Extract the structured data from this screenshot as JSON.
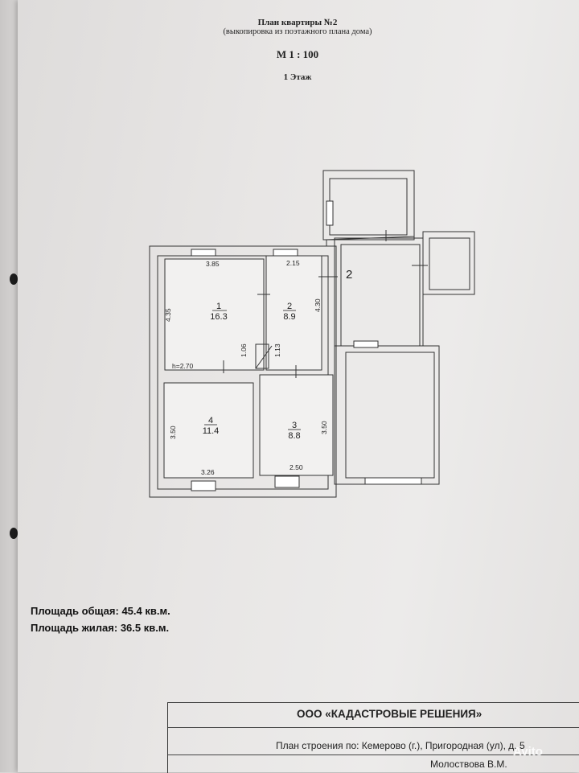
{
  "header": {
    "title": "План квартиры №2",
    "subtitle": "(выкопировка из поэтажного плана дома)",
    "scale": "М 1 : 100",
    "floor": "1 Этаж"
  },
  "plan": {
    "section_label": "2",
    "ceiling_height": "h=2.70",
    "rooms": [
      {
        "number": "1",
        "area": "16.3"
      },
      {
        "number": "2",
        "area": "8.9"
      },
      {
        "number": "3",
        "area": "8.8"
      },
      {
        "number": "4",
        "area": "11.4"
      }
    ],
    "dims": {
      "r1_width": "3.85",
      "r1_height": "4.35",
      "r1_small": "1.06",
      "r2_width": "2.15",
      "r2_height": "4.30",
      "r2_small": "1.13",
      "r4_height": "3.50",
      "r4_width": "3.26",
      "r3_height": "3.50",
      "r3_width": "2.50"
    }
  },
  "areas": {
    "total_label": "Площадь общая:",
    "total_value": "45.4 кв.м.",
    "living_label": "Площадь жилая:",
    "living_value": "36.5 кв.м."
  },
  "stamp": {
    "organization": "ООО «КАДАСТРОВЫЕ РЕШЕНИЯ»",
    "address": "План строения по:  Кемерово (г.),  Пригородная (ул), д. 5",
    "signature": "Молоствова В.М."
  },
  "watermark": "Avito"
}
